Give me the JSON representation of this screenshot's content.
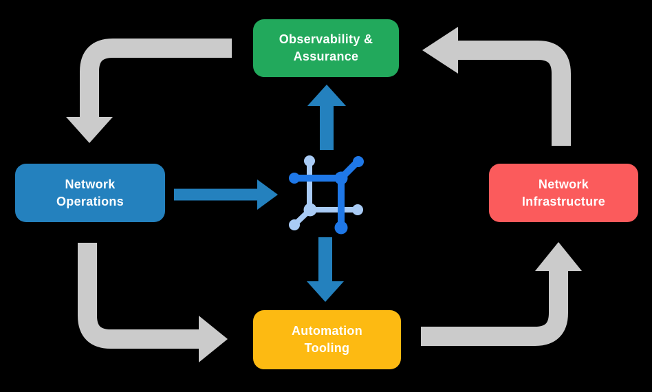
{
  "colors": {
    "background": "#000000",
    "text": "#FFFFFF",
    "arrow_gray": "#CBCBCB",
    "arrow_blue": "#2481BE",
    "icon_blue_dark": "#1F78E8",
    "icon_blue_light": "#A9CBF5",
    "node_green": "#22A95C",
    "node_blue": "#2481BE",
    "node_red": "#FB5B5C",
    "node_yellow": "#FDBA12"
  },
  "nodes": [
    {
      "id": "observability",
      "label": "Observability &\nAssurance",
      "color": "#22A95C"
    },
    {
      "id": "network-operations",
      "label": "Network\nOperations",
      "color": "#2481BE"
    },
    {
      "id": "network-infrastructure",
      "label": "Network\nInfrastructure",
      "color": "#FB5B5C"
    },
    {
      "id": "automation-tooling",
      "label": "Automation\nTooling",
      "color": "#FDBA12"
    }
  ],
  "center_icon": {
    "name": "network-topology-icon"
  },
  "edges": [
    {
      "from": "observability",
      "to": "network-operations",
      "style": "gray-cycle"
    },
    {
      "from": "network-operations",
      "to": "automation-tooling",
      "style": "gray-cycle"
    },
    {
      "from": "automation-tooling",
      "to": "network-infrastructure",
      "style": "gray-cycle"
    },
    {
      "from": "network-infrastructure",
      "to": "observability",
      "style": "gray-cycle"
    },
    {
      "from": "network-operations",
      "to": "center-icon",
      "style": "blue"
    },
    {
      "from": "center-icon",
      "to": "observability",
      "style": "blue"
    },
    {
      "from": "center-icon",
      "to": "automation-tooling",
      "style": "blue"
    }
  ]
}
